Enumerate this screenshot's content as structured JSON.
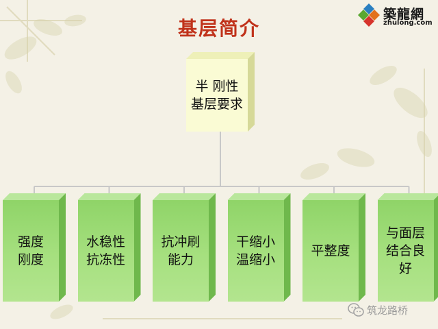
{
  "title": "基层简介",
  "logo": {
    "name": "築龍網",
    "url": "zhulong.com",
    "colors": [
      "#2a7fc1",
      "#e2711d",
      "#5aa832",
      "#d6342c"
    ]
  },
  "root": {
    "label": "半 刚性\n基层要求"
  },
  "requirements": [
    {
      "label": "强度\n刚度"
    },
    {
      "label": "水稳性\n抗冻性"
    },
    {
      "label": "抗冲刷\n能力"
    },
    {
      "label": "干缩小\n温缩小"
    },
    {
      "label": "平整度"
    },
    {
      "label": "与面层\n结合良\n好"
    }
  ],
  "watermark": {
    "text": "筑龙路桥",
    "icon": "wechat-icon"
  },
  "colors": {
    "title": "#c0321a",
    "root_fill": "#fafbd4",
    "child_fill": "#a6e07f",
    "connector": "#c8c8c8"
  }
}
